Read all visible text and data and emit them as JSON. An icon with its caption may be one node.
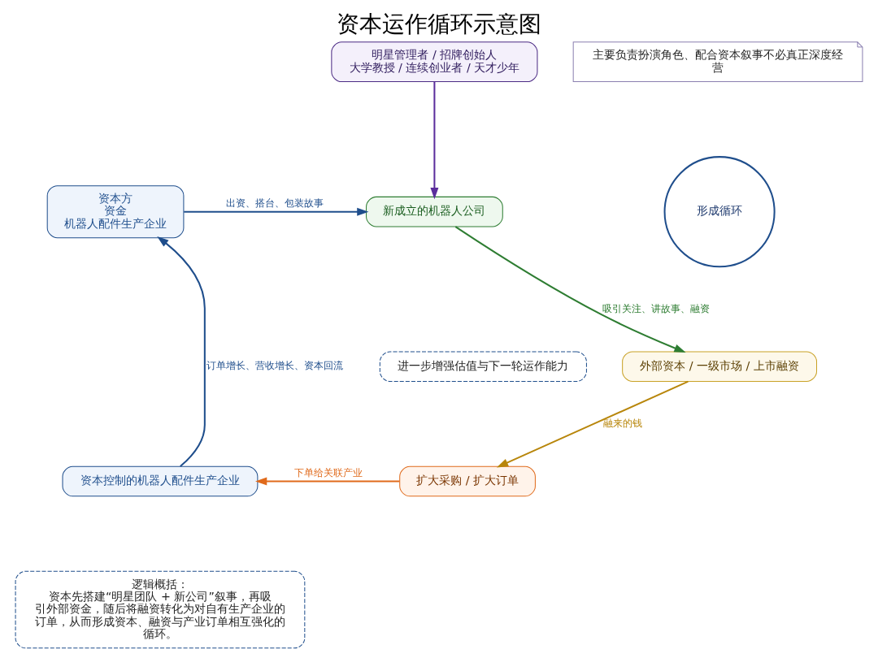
{
  "diagram": {
    "title": "资本运作循环示意图",
    "nodes": [
      {
        "text": [
          "资本方",
          "资金",
          "机器人配件生产企业"
        ]
      },
      {
        "text": [
          "明星管理者 / 招牌创始人",
          "大学教授 / 连续创业者 / 天才少年"
        ]
      },
      {
        "text": [
          "主要负责扮演角色、配合资本叙事不必真正深度经营"
        ]
      },
      {
        "text": [
          "新成立的机器人公司"
        ]
      },
      {
        "text": [
          "外部资本 / 一级市场 / 上市融资"
        ]
      },
      {
        "text": [
          "扩大采购 / 扩大订单"
        ]
      },
      {
        "text": [
          "资本控制的机器人配件生产企业"
        ]
      },
      {
        "text": [
          "形成循环"
        ]
      },
      {
        "text": [
          "进一步增强估值与下一轮运作能力"
        ]
      },
      {
        "text": [
          "逻辑概括：",
          "资本先搭建“明星团队 + 新公司”叙事，再吸引外部资金，随后将融资转化为对自有生产企业的订单，从而形成资本、融资与产业订单相互强化的循环。"
        ]
      }
    ],
    "edges": [
      {
        "from": 0,
        "to": 3,
        "arrow": "to",
        "label": "出资、搭台、包装故事",
        "color": "#1f4e8c"
      },
      {
        "from": 1,
        "to": 3,
        "arrow": "to",
        "color": "#5b2d9c"
      },
      {
        "from": 3,
        "to": 4,
        "arrow": "to",
        "label": "吸引关注、讲故事、融资",
        "color": "#2e7d32"
      },
      {
        "from": 4,
        "to": 5,
        "arrow": "to",
        "label": "融来的钱",
        "color": "#b8860b"
      },
      {
        "from": 5,
        "to": 6,
        "arrow": "to",
        "label": "下单给关联产业",
        "color": "#e06a1b"
      },
      {
        "from": 6,
        "to": 0,
        "arrow": "to",
        "label": "订单增长、营收增长、资本回流",
        "color": "#1f4e8c"
      }
    ]
  }
}
